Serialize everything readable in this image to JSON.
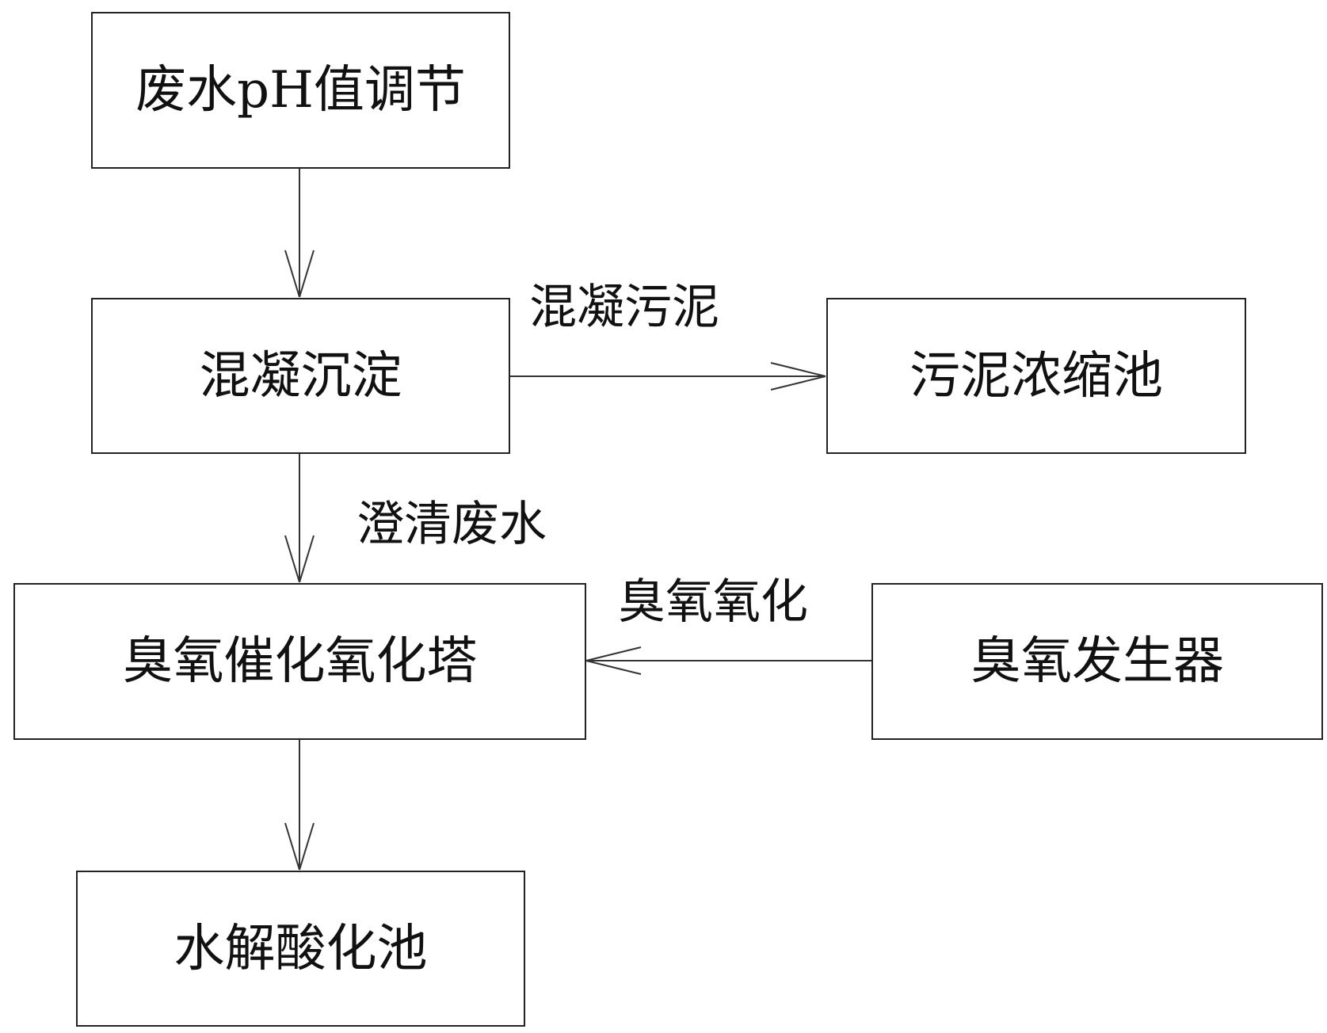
{
  "nodes": {
    "ph_adjust": "废水pH值调节",
    "coagulation": "混凝沉淀",
    "sludge_tank": "污泥浓缩池",
    "ozone_tower": "臭氧催化氧化塔",
    "ozone_generator": "臭氧发生器",
    "hydrolysis_tank": "水解酸化池"
  },
  "edge_labels": {
    "sludge": "混凝污泥",
    "clarified": "澄清废水",
    "ozonation": "臭氧氧化"
  }
}
